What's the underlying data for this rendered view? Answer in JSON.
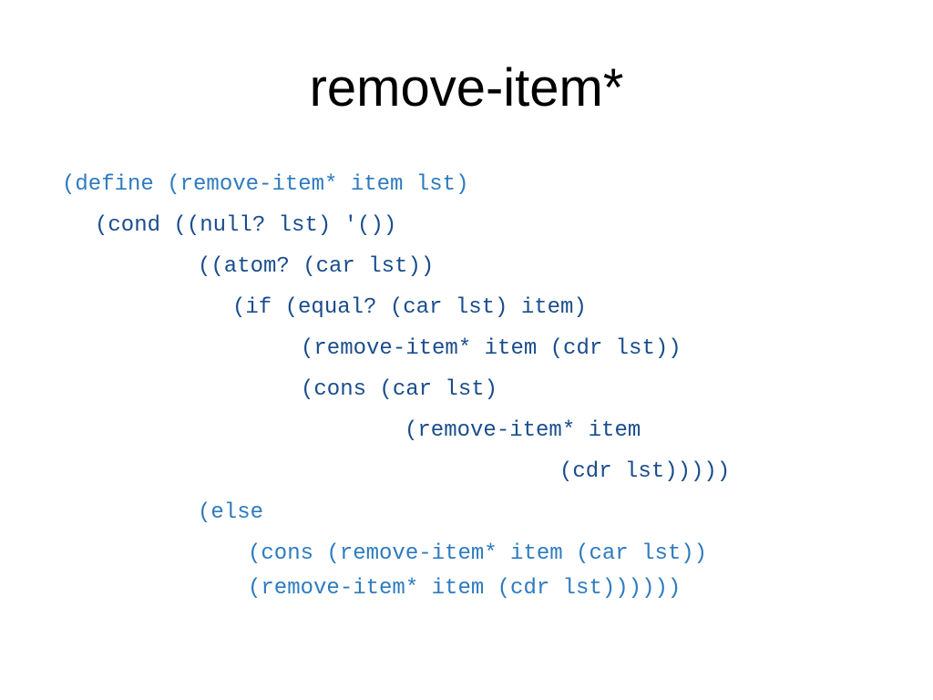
{
  "slide": {
    "title": "remove-item*",
    "code_lines": [
      "(define (remove-item* item lst)",
      "(cond ((null? lst) '())",
      "((atom? (car lst))",
      "(if (equal? (car lst) item)",
      "(remove-item* item (cdr lst))",
      "(cons (car lst)",
      "(remove-item* item",
      "(cdr lst)))))",
      "(else",
      "(cons (remove-item* item (car lst))",
      "(remove-item* item (cdr lst))))))"
    ]
  },
  "colors": {
    "code_primary": "#1a4d8c",
    "code_secondary": "#2e7bbf",
    "title": "#000000",
    "background": "#ffffff"
  }
}
